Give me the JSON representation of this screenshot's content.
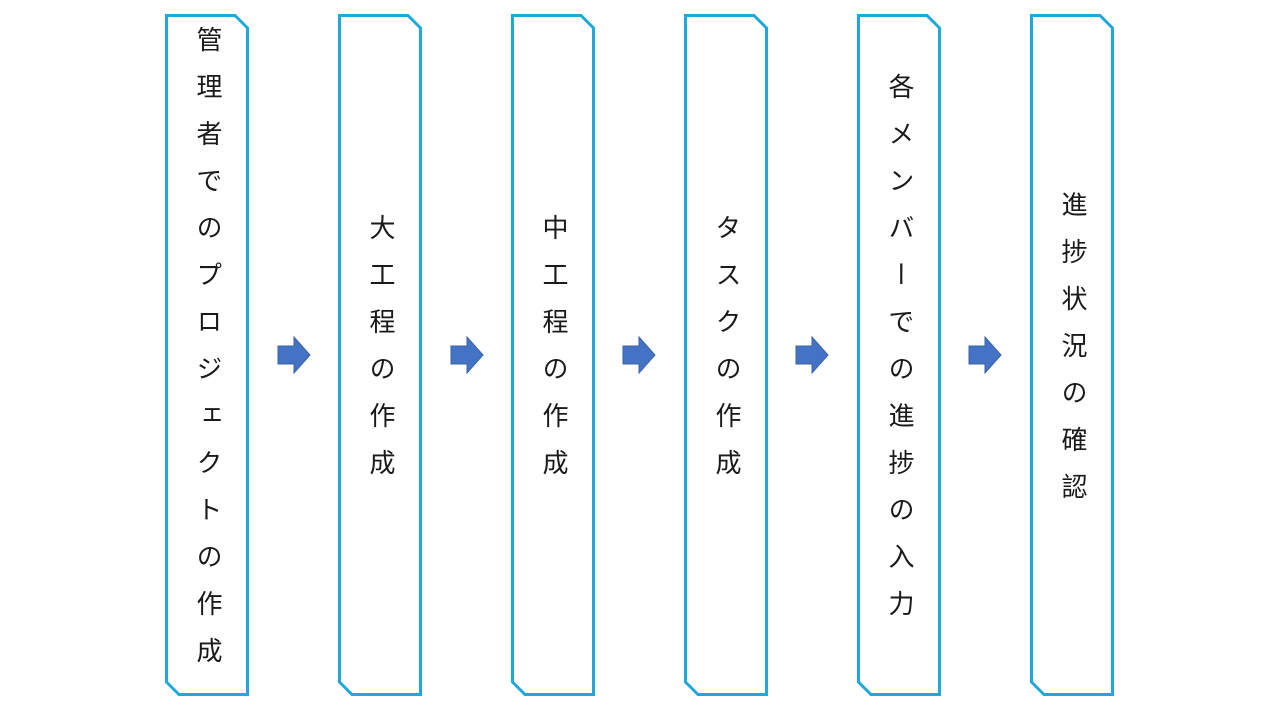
{
  "colors": {
    "frame_border": "#1fa8dc",
    "arrow_fill": "#4472c4",
    "arrow_stroke": "#3a62a8",
    "text": "#1a1a1a"
  },
  "steps": [
    {
      "label": "管理者でのプロジェクトの作成"
    },
    {
      "label": "大工程の作成"
    },
    {
      "label": "中工程の作成"
    },
    {
      "label": "タスクの作成"
    },
    {
      "label": "各メンバーでの進捗の入力"
    },
    {
      "label": "進捗状況の確認"
    }
  ],
  "connectors": [
    {
      "icon": "right-arrow-icon"
    },
    {
      "icon": "right-arrow-icon"
    },
    {
      "icon": "right-arrow-icon"
    },
    {
      "icon": "right-arrow-icon"
    },
    {
      "icon": "right-arrow-icon"
    }
  ]
}
